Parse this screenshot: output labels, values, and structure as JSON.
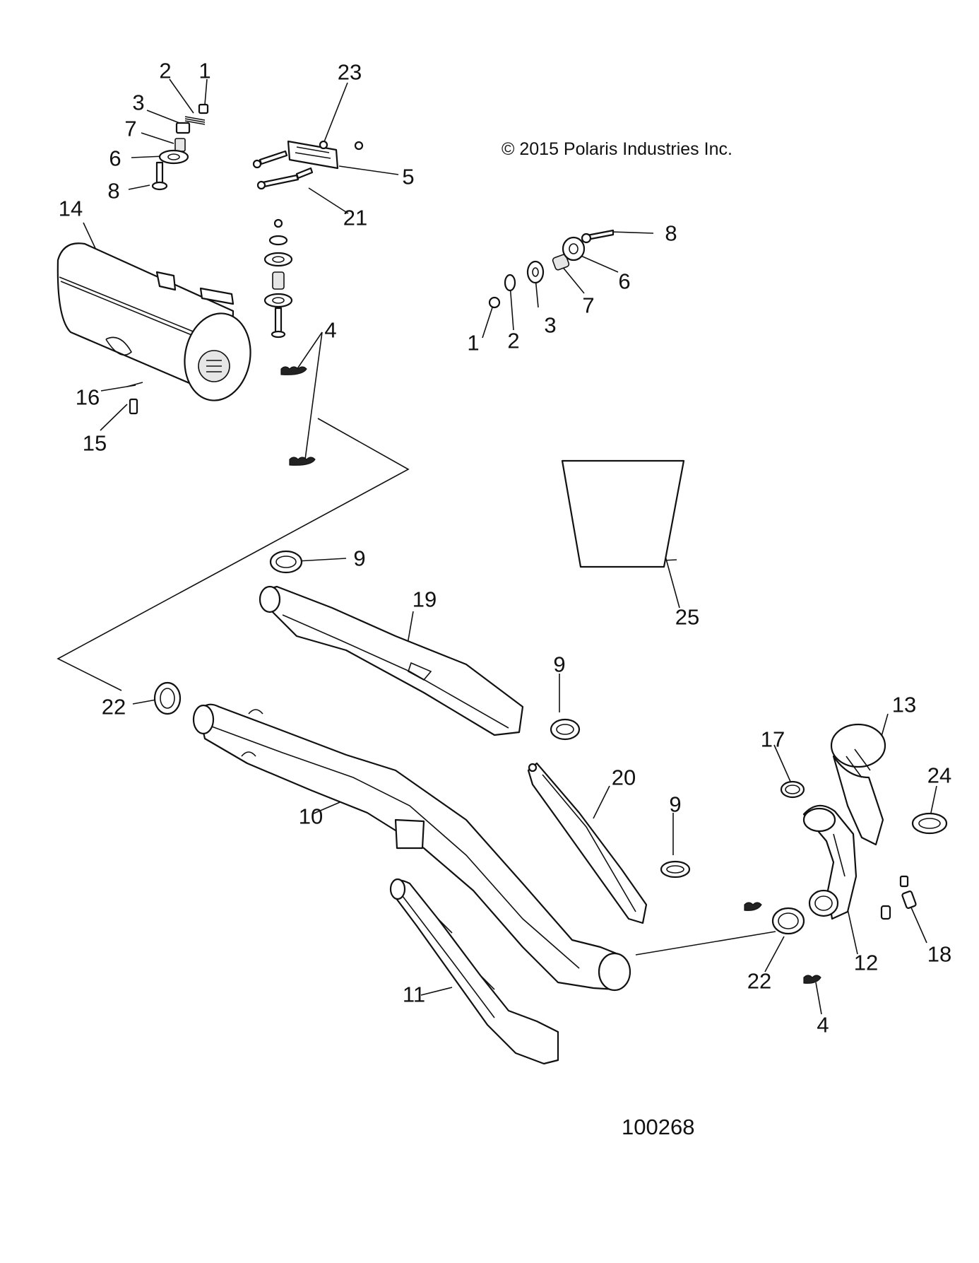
{
  "copyright": "© 2015 Polaris Industries Inc.",
  "figure_number": "100268",
  "callouts": [
    {
      "id": "c-2-a",
      "text": "2"
    },
    {
      "id": "c-1-a",
      "text": "1"
    },
    {
      "id": "c-3-a",
      "text": "3"
    },
    {
      "id": "c-7-a",
      "text": "7"
    },
    {
      "id": "c-6-a",
      "text": "6"
    },
    {
      "id": "c-8-a",
      "text": "8"
    },
    {
      "id": "c-23",
      "text": "23"
    },
    {
      "id": "c-5",
      "text": "5"
    },
    {
      "id": "c-21",
      "text": "21"
    },
    {
      "id": "c-14",
      "text": "14"
    },
    {
      "id": "c-8-b",
      "text": "8"
    },
    {
      "id": "c-6-b",
      "text": "6"
    },
    {
      "id": "c-7-b",
      "text": "7"
    },
    {
      "id": "c-3-b",
      "text": "3"
    },
    {
      "id": "c-2-b",
      "text": "2"
    },
    {
      "id": "c-1-b",
      "text": "1"
    },
    {
      "id": "c-4-a",
      "text": "4"
    },
    {
      "id": "c-16",
      "text": "16"
    },
    {
      "id": "c-15",
      "text": "15"
    },
    {
      "id": "c-9-a",
      "text": "9"
    },
    {
      "id": "c-19",
      "text": "19"
    },
    {
      "id": "c-25",
      "text": "25"
    },
    {
      "id": "c-22-a",
      "text": "22"
    },
    {
      "id": "c-9-b",
      "text": "9"
    },
    {
      "id": "c-13",
      "text": "13"
    },
    {
      "id": "c-17",
      "text": "17"
    },
    {
      "id": "c-24",
      "text": "24"
    },
    {
      "id": "c-20",
      "text": "20"
    },
    {
      "id": "c-10",
      "text": "10"
    },
    {
      "id": "c-9-c",
      "text": "9"
    },
    {
      "id": "c-18",
      "text": "18"
    },
    {
      "id": "c-12",
      "text": "12"
    },
    {
      "id": "c-22-b",
      "text": "22"
    },
    {
      "id": "c-11",
      "text": "11"
    },
    {
      "id": "c-4-b",
      "text": "4"
    }
  ]
}
